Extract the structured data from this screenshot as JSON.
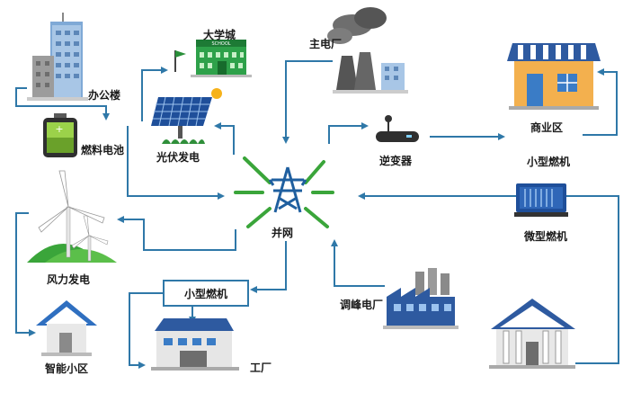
{
  "labels": {
    "office": "办公楼",
    "university": "大学城",
    "school_sign": "SCHOOL",
    "main_plant": "主电厂",
    "commercial": "商业区",
    "fuel_cell": "燃料电池",
    "pv": "光伏发电",
    "inverter": "逆变器",
    "small_turbine_right": "小型燃机",
    "grid": "并网",
    "micro_turbine": "微型燃机",
    "wind": "风力发电",
    "small_turbine_box": "小型燃机",
    "peak_plant": "调峰电厂",
    "factory": "工厂",
    "smart_community": "智能小区"
  },
  "colors": {
    "arrow": "#2f78a8",
    "grid_spokes": "#3aa53a",
    "tower": "#1f5f9f"
  }
}
